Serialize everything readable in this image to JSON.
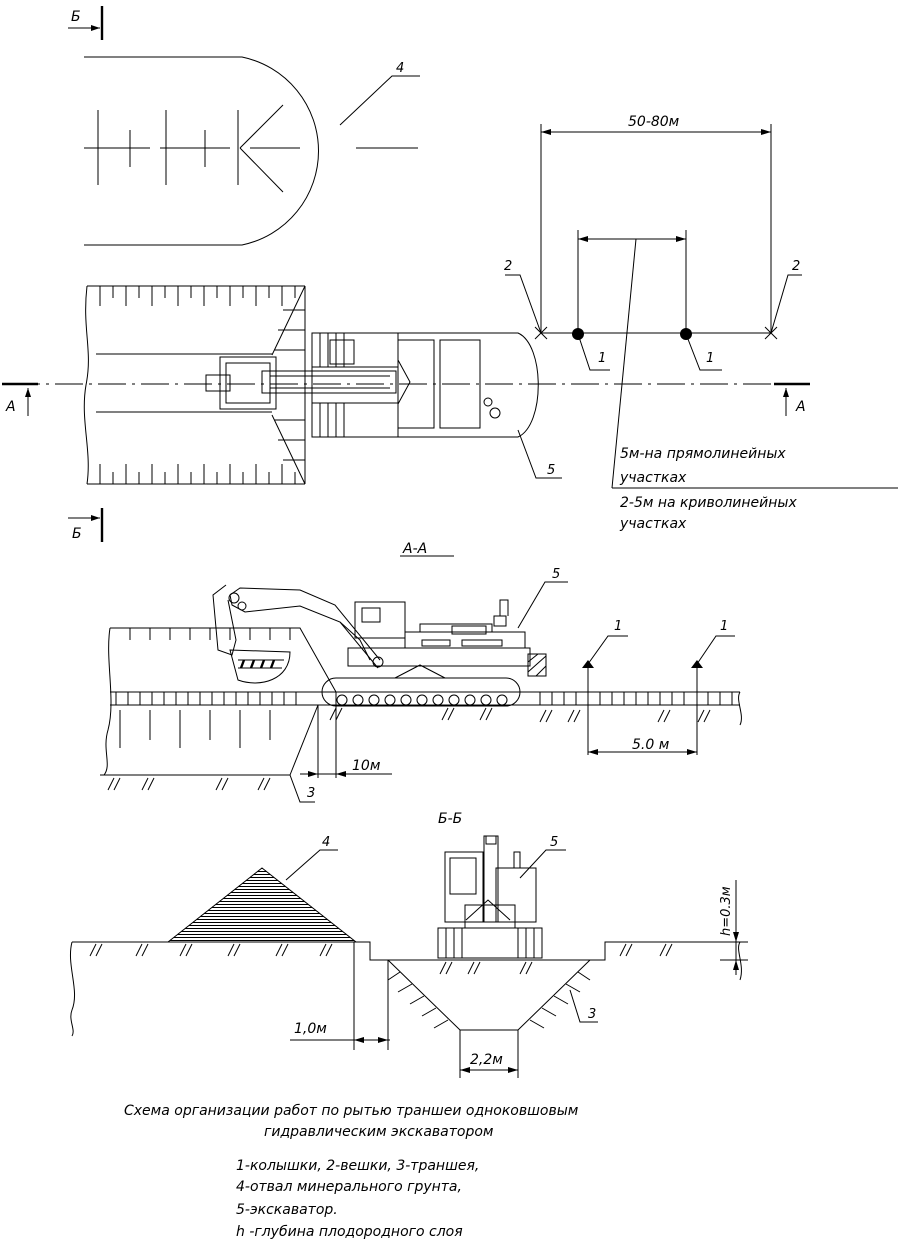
{
  "plan": {
    "section_b_mark": "Б",
    "section_a_mark": "А",
    "callouts": {
      "spoil": "4",
      "excavator": "5",
      "stake": "1",
      "marker": "2"
    },
    "dim_markers_span": "50-80м",
    "note_line1": "5м-на прямолинейных",
    "note_line2": "участках",
    "note_line3": "2-5м на криволинейных",
    "note_line4": "участках"
  },
  "section_aa": {
    "title": "А-А",
    "callouts": {
      "excavator": "5",
      "stake": "1",
      "trench": "3"
    },
    "dim_stakes": "5.0 м",
    "dim_offset": "10м"
  },
  "section_bb": {
    "title": "Б-Б",
    "callouts": {
      "spoil": "4",
      "excavator": "5",
      "trench": "3"
    },
    "dim_offset": "1,0м",
    "dim_bottom": "2,2м",
    "dim_depth": "h=0.3м"
  },
  "caption": {
    "line1": "Схема организации работ по рытью траншеи одноковшовым",
    "line2": "гидравлическим экскаватором"
  },
  "legend": {
    "line1": "1-колышки, 2-вешки, 3-траншея,",
    "line2": "4-отвал минерального грунта,",
    "line3": "5-экскаватор.",
    "line4": "h -глубина плодородного слоя"
  }
}
